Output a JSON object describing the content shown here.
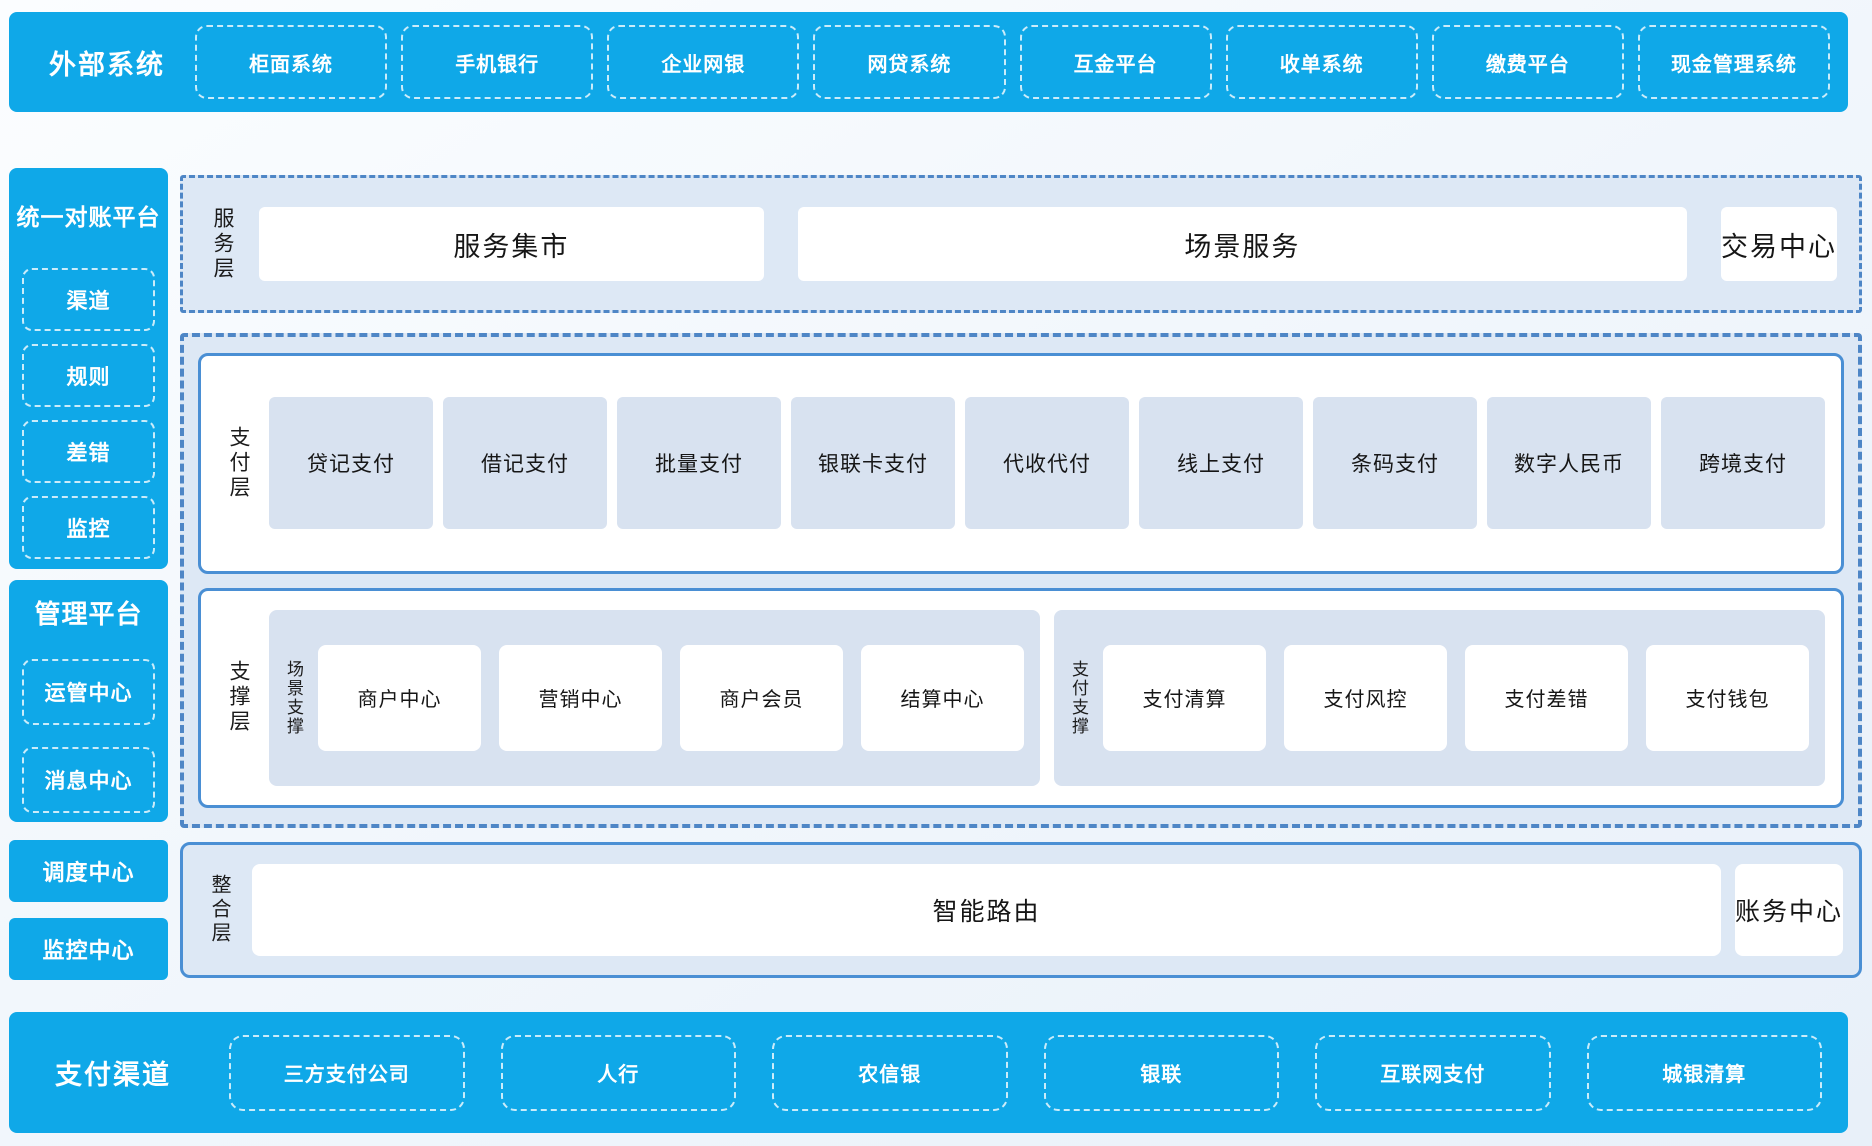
{
  "colors": {
    "brand-blue": "#0fa8e8",
    "panel-blue": "#dde8f5",
    "item-blue": "#d8e2f0",
    "line-blue": "#4e86c6",
    "border-blue": "#4a8fd4",
    "page-bg-light": "#fbfdff",
    "page-bg-dark": "#e8f0f9"
  },
  "top_bar": {
    "title": "外部系统",
    "items": [
      "柜面系统",
      "手机银行",
      "企业网银",
      "网贷系统",
      "互金平台",
      "收单系统",
      "缴费平台",
      "现金管理系统"
    ]
  },
  "sidebar": {
    "recon": {
      "title": "统一对账平台",
      "items": [
        "渠道",
        "规则",
        "差错",
        "监控"
      ]
    },
    "mgmt": {
      "title": "管理平台",
      "items": [
        "运管中心",
        "消息中心"
      ]
    },
    "dispatch_center": "调度中心",
    "monitor_center": "监控中心"
  },
  "layers": {
    "service": {
      "label": "服务层",
      "items": [
        "服务集市",
        "场景服务",
        "交易中心"
      ]
    },
    "payment": {
      "label": "支付层",
      "items": [
        "贷记支付",
        "借记支付",
        "批量支付",
        "银联卡支付",
        "代收代付",
        "线上支付",
        "条码支付",
        "数字人民币",
        "跨境支付"
      ]
    },
    "support": {
      "label": "支撑层",
      "groups": [
        {
          "label": "场景支撑",
          "items": [
            "商户中心",
            "营销中心",
            "商户会员",
            "结算中心"
          ]
        },
        {
          "label": "支付支撑",
          "items": [
            "支付清算",
            "支付风控",
            "支付差错",
            "支付钱包"
          ]
        }
      ]
    },
    "integration": {
      "label": "整合层",
      "items": [
        "智能路由",
        "账务中心"
      ]
    }
  },
  "bottom_bar": {
    "title": "支付渠道",
    "items": [
      "三方支付公司",
      "人行",
      "农信银",
      "银联",
      "互联网支付",
      "城银清算"
    ]
  }
}
